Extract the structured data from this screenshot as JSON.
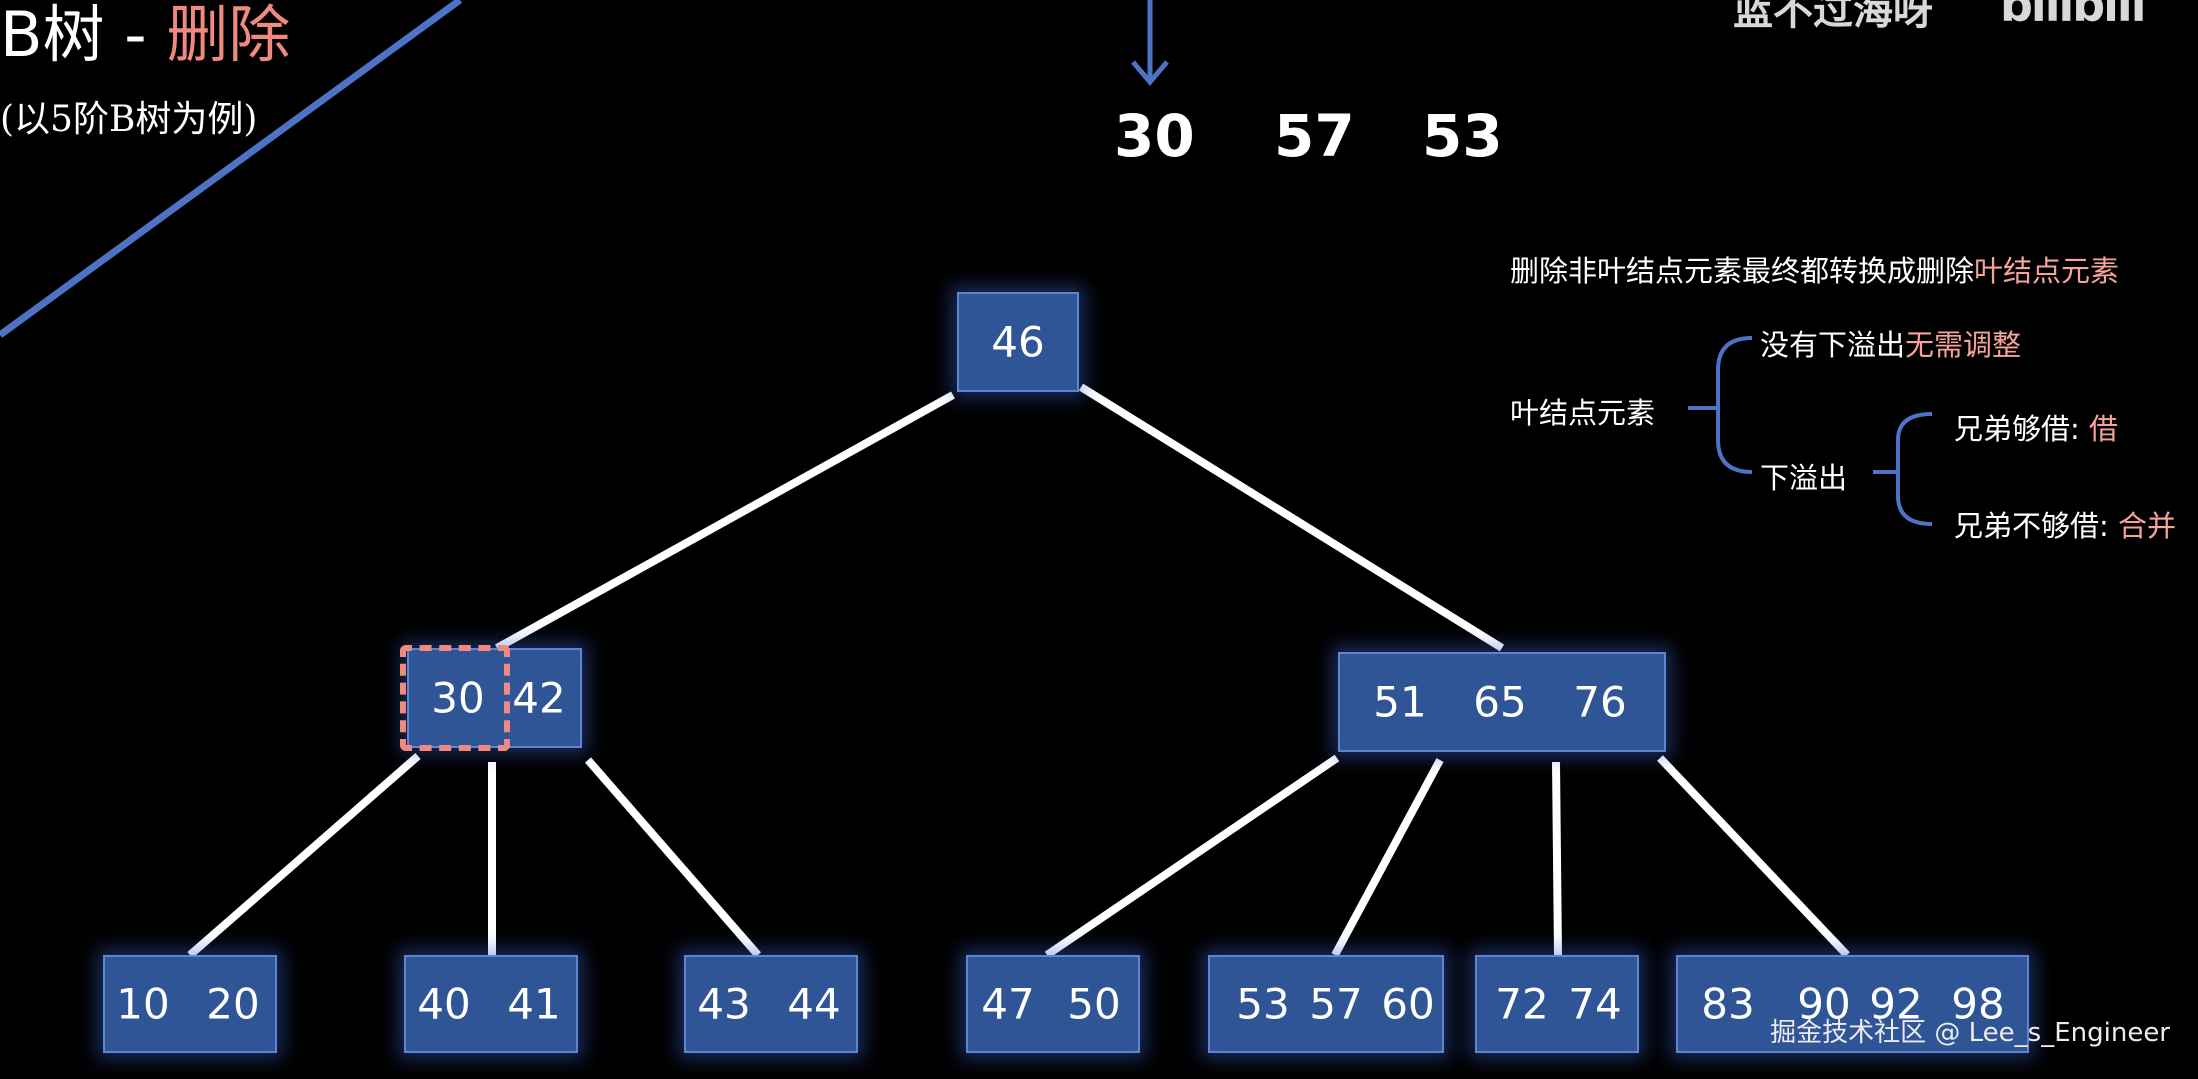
{
  "title": {
    "prefix": "B树 - ",
    "highlight": "删除"
  },
  "subtitle": "(以5阶B树为例)",
  "sequence": [
    "30",
    "57",
    "53"
  ],
  "tree": {
    "root": [
      "46"
    ],
    "level1": [
      [
        "30",
        "42"
      ],
      [
        "51",
        "65",
        "76"
      ]
    ],
    "leaves": [
      [
        "10",
        "20"
      ],
      [
        "40",
        "41"
      ],
      [
        "43",
        "44"
      ],
      [
        "47",
        "50"
      ],
      [
        "53",
        "57",
        "60"
      ],
      [
        "72",
        "74"
      ],
      [
        "83",
        "90",
        "92",
        "98"
      ]
    ],
    "highlighted_key": "30"
  },
  "notes": {
    "line1_prefix": "删除非叶结点元素最终都转换成删除",
    "line1_highlight": "叶结点元素",
    "leaf_label": "叶结点元素",
    "no_underflow": "没有下溢出",
    "no_underflow_result": "无需调整",
    "underflow": "下溢出",
    "sibling_enough": "兄弟够借: ",
    "sibling_enough_result": "借",
    "sibling_not_enough": "兄弟不够借: ",
    "sibling_not_enough_result": "合并"
  },
  "brand": {
    "channel": "蓝不过海呀",
    "logo": "bilibili"
  },
  "watermark": "掘金技术社区 @ Lee_s_Engineer",
  "colors": {
    "node_fill": "#2f5597",
    "highlight": "#f08a80",
    "arrow": "#4f73c4",
    "edge": "#ffffff",
    "accent_text": "#f5a49a"
  }
}
